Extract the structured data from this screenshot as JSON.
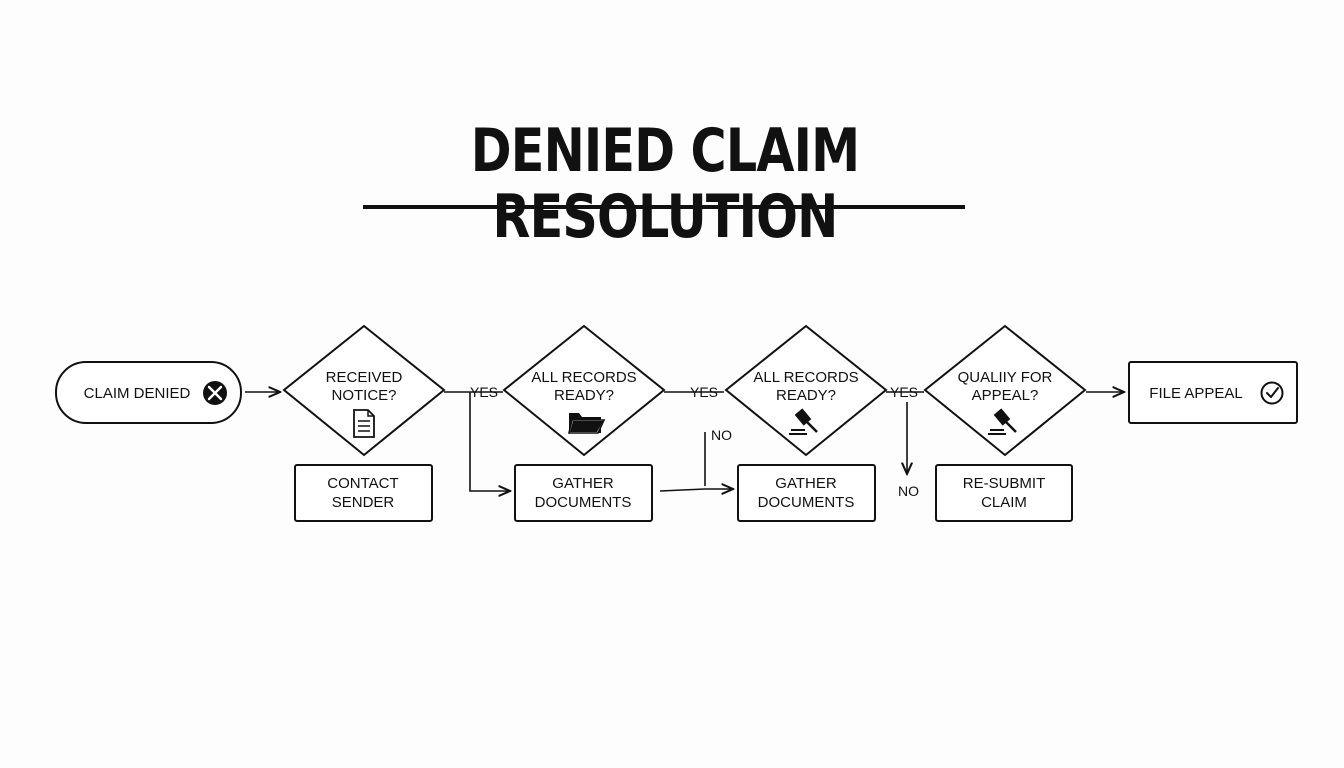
{
  "title": "DENIED CLAIM RESOLUTION",
  "nodes": {
    "start": {
      "label": "CLAIM DENIED",
      "icon": "x-circle-icon"
    },
    "d1": {
      "line1": "RECEIVED",
      "line2": "NOTICE?",
      "icon": "document-icon"
    },
    "d2": {
      "line1": "ALL RECORDS",
      "line2": "READY?",
      "icon": "folder-icon"
    },
    "d3": {
      "line1": "ALL RECORDS",
      "line2": "READY?",
      "icon": "gavel-icon"
    },
    "d4": {
      "line1": "QUALIIY FOR",
      "line2": "APPEAL?",
      "icon": "gavel-icon"
    },
    "end": {
      "label": "FILE APPEAL",
      "icon": "check-circle-icon"
    },
    "b1": {
      "line1": "CONTACT",
      "line2": "SENDER"
    },
    "b2": {
      "line1": "GATHER",
      "line2": "DOCUMENTS"
    },
    "b3": {
      "line1": "GATHER",
      "line2": "DOCUMENTS"
    },
    "b4": {
      "line1": "RE-SUBMIT",
      "line2": "CLAIM"
    }
  },
  "edges": {
    "yes1": "YES",
    "yes2": "YES",
    "yes3": "YES",
    "no1": "NO",
    "no2": "NO"
  }
}
